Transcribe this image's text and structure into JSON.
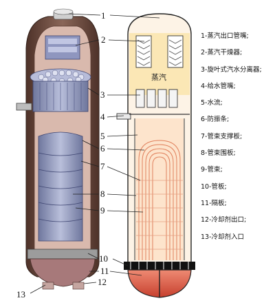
{
  "callout_numbers": [
    "1",
    "2",
    "3",
    "4",
    "5",
    "6",
    "7",
    "8",
    "9",
    "10",
    "11",
    "12",
    "13"
  ],
  "inner_label": "蒸汽",
  "legend": [
    "1-蒸汽出口管嘴;",
    "2-蒸汽干燥器;",
    "3-旋叶式汽水分离器;",
    "4-给水管嘴;",
    "5-水流;",
    "6-防振条;",
    "7-管束支撑板;",
    "8-管束围板;",
    "9-管束;",
    "10-管板;",
    "11-隔板;",
    "12-冷却剂出口;",
    "13-冷却剂入口"
  ],
  "colors": {
    "shell_outer": "#6b4a3f",
    "shell_inner": "#caa79b",
    "tube_bundle": "#8e95b8",
    "steam_region": "#fbe7b5",
    "water_region": "#fde4cc",
    "tube_lines": "#e07f5b",
    "coolant_head": "#e35c46",
    "leader_line": "#222222"
  }
}
